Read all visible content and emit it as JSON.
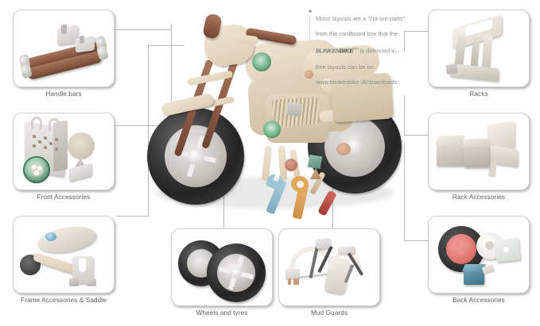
{
  "page": {
    "title": "BlinkenBike component overview",
    "background": "#ffffff"
  },
  "note": {
    "line1": "Motor layouts are a \"cut-out-parts\"",
    "line2": "from the cardboard box that the",
    "brand_part1": "BLINKEN",
    "brand_part2": "BIKE",
    "brand_tm": "TM",
    "line3_tail": " is delivered in -",
    "line4": "free layouts can be on",
    "line5": "www.blinkenbike.dk/downloads"
  },
  "boxes": [
    {
      "id": "handle-bars",
      "caption": "Handle bars"
    },
    {
      "id": "front-accessories",
      "caption": "Front Accessories"
    },
    {
      "id": "frame-accessories",
      "caption": "Frame Accessories & Saddle"
    },
    {
      "id": "wheels-and-tyres",
      "caption": "Wheels and tyres"
    },
    {
      "id": "mud-guards",
      "caption": "Mud Guards"
    },
    {
      "id": "racks",
      "caption": "Racks"
    },
    {
      "id": "rack-accessories",
      "caption": "Rack Accessories"
    },
    {
      "id": "back-accessories",
      "caption": "Back Accessories"
    }
  ],
  "colors": {
    "box_border": "#cfcfcf",
    "caption_text": "#5d5d5d",
    "note_text": "#8d8d8d",
    "connector": "#b9b9b9",
    "wood_light": "#e8dcc6",
    "wood_brown": "#8d5a45",
    "tail_light_red": "#e8736f",
    "head_light_green": "#4fa86a",
    "reflector_teal": "#4e8ca0",
    "tool_blue": "#9dc3d4",
    "tool_orange": "#e0a758",
    "tool_red": "#c0504d"
  },
  "center": {
    "subject": "wooden balance bike",
    "tools": [
      "spanner-blue",
      "spanner-orange",
      "screwdriver-red"
    ]
  }
}
